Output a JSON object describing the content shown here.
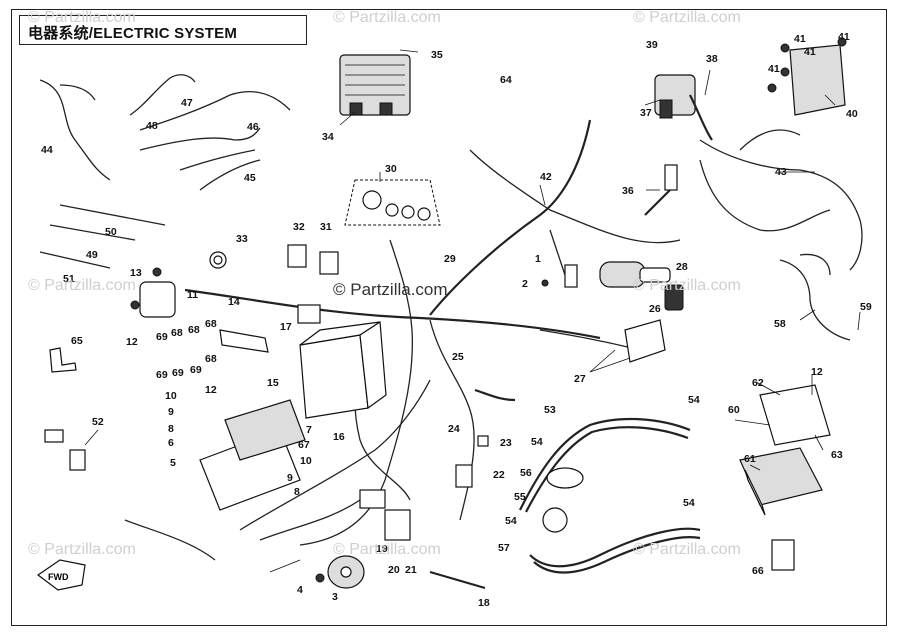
{
  "title": "电器系统/ELECTRIC SYSTEM",
  "watermark": "© Partzilla.com",
  "labels": {
    "p1": "1",
    "p2": "2",
    "p3": "3",
    "p4": "4",
    "p5": "5",
    "p6": "6",
    "p7": "7",
    "p8a": "8",
    "p8b": "8",
    "p9a": "9",
    "p9b": "9",
    "p10a": "10",
    "p10b": "10",
    "p11": "11",
    "p12a": "12",
    "p12b": "12",
    "p12c": "12",
    "p13": "13",
    "p14": "14",
    "p15": "15",
    "p16": "16",
    "p17": "17",
    "p18": "18",
    "p19": "19",
    "p20": "20",
    "p21": "21",
    "p22": "22",
    "p23": "23",
    "p24": "24",
    "p25": "25",
    "p26": "26",
    "p27": "27",
    "p28": "28",
    "p29": "29",
    "p30": "30",
    "p31": "31",
    "p32": "32",
    "p33": "33",
    "p34": "34",
    "p35": "35",
    "p36": "36",
    "p37": "37",
    "p38": "38",
    "p39": "39",
    "p40": "40",
    "p41a": "41",
    "p41b": "41",
    "p41c": "41",
    "p41d": "41",
    "p42": "42",
    "p43": "43",
    "p44": "44",
    "p45": "45",
    "p46": "46",
    "p47": "47",
    "p48": "48",
    "p49": "49",
    "p50": "50",
    "p51": "51",
    "p52": "52",
    "p53": "53",
    "p54a": "54",
    "p54b": "54",
    "p54c": "54",
    "p54d": "54",
    "p55": "55",
    "p56": "56",
    "p57": "57",
    "p58": "58",
    "p59": "59",
    "p60": "60",
    "p61": "61",
    "p62": "62",
    "p63": "63",
    "p64": "64",
    "p65": "65",
    "p66": "66",
    "p67": "67",
    "p68a": "68",
    "p68b": "68",
    "p68c": "68",
    "p68d": "68",
    "p69a": "69",
    "p69b": "69",
    "p69c": "69",
    "p69d": "69"
  },
  "fwd_label": "FWD",
  "colors": {
    "line": "#222222",
    "watermark": "#cfcfcf"
  }
}
